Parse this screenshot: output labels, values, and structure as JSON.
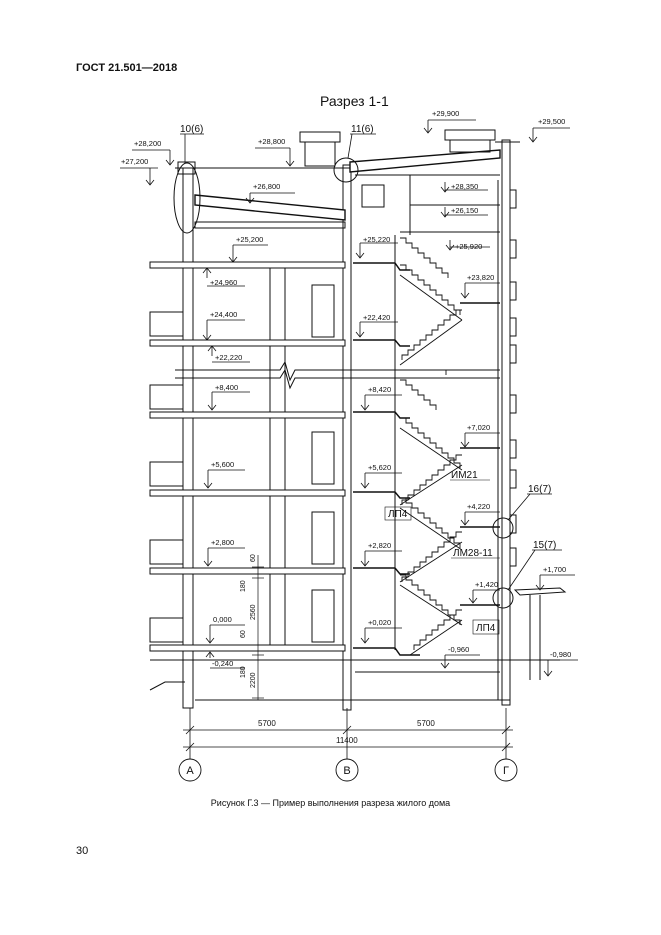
{
  "document": {
    "header": "ГОСТ 21.501—2018",
    "title": "Разрез 1-1",
    "caption": "Рисунок Г.3 — Пример выполнения разреза жилого дома",
    "page_number": "30"
  },
  "elevations": {
    "e29900": "+29,900",
    "e29500": "+29,500",
    "e28800": "+28,800",
    "e28350": "+28,350",
    "e28200": "+28,200",
    "e27200": "+27,200",
    "e26800": "+26,800",
    "e26150": "+26,150",
    "e25920": "+25,920",
    "e25220": "+25,220",
    "e25200": "+25,200",
    "e24960": "+24,960",
    "e24400": "+24,400",
    "e23820": "+23,820",
    "e22420": "+22,420",
    "e22220": "+22,220",
    "e8420": "+8,420",
    "e8400": "+8,400",
    "e7020": "+7,020",
    "e5620": "+5,620",
    "e5600": "+5,600",
    "e4220": "+4,220",
    "e2820": "+2,820",
    "e2800": "+2,800",
    "e1700": "+1,700",
    "e1420": "+1,420",
    "e0020": "+0,020",
    "e0000": "0,000",
    "em0240": "-0,240",
    "em0960": "-0,960",
    "em0980": "-0,980"
  },
  "callouts": {
    "c10": "10(6)",
    "c11": "11(6)",
    "c16": "16(7)",
    "c15": "15(7)"
  },
  "marks": {
    "im21": "ИМ21",
    "lp4_upper": "ЛП4",
    "lm28": "ЛМ28-11",
    "lp4_lower": "ЛП4"
  },
  "dimensions": {
    "d60_top": "60",
    "d180_top": "180",
    "d2560": "2560",
    "d60_bot": "60",
    "d180_bot": "180",
    "d2200": "2200",
    "span_left": "5700",
    "span_right": "5700",
    "span_total": "11400"
  },
  "axes": {
    "a": "А",
    "v": "В",
    "g": "Г"
  }
}
